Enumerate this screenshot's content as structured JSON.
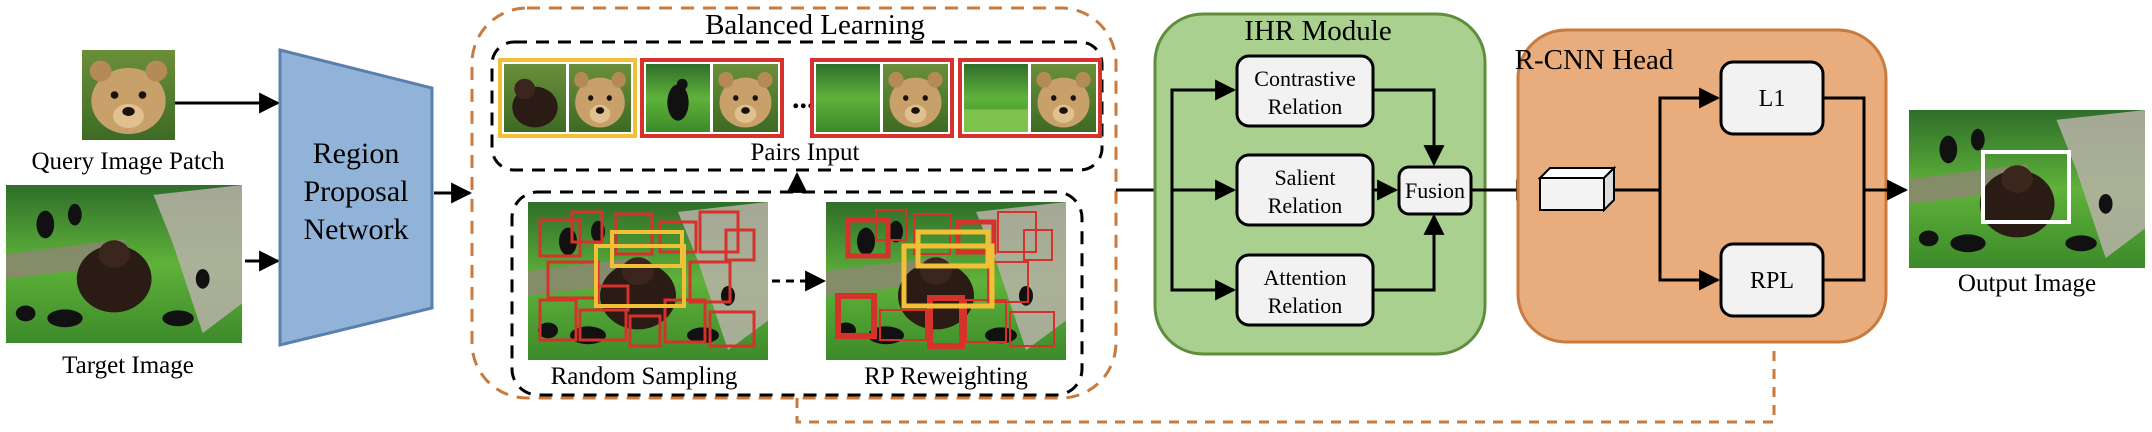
{
  "inputs": {
    "query_label": "Query Image Patch",
    "target_label": "Target Image"
  },
  "rpn": {
    "line1": "Region",
    "line2": "Proposal",
    "line3": "Network"
  },
  "balanced_learning": {
    "title": "Balanced Learning",
    "pairs_label": "Pairs Input",
    "random_label": "Random Sampling",
    "reweight_label": "RP Reweighting",
    "pairs": [
      {
        "left": "bear",
        "right": "bear",
        "frame": "yellow"
      },
      {
        "left": "bird",
        "right": "bear",
        "frame": "red"
      },
      {
        "left": "grass",
        "right": "bear",
        "frame": "red"
      },
      {
        "left": "grass",
        "right": "bear",
        "frame": "red"
      }
    ],
    "ellipsis": "....."
  },
  "ihr": {
    "title": "IHR Module",
    "contrastive": [
      "Contrastive",
      "Relation"
    ],
    "salient": [
      "Salient",
      "Relation"
    ],
    "attention": [
      "Attention",
      "Relation"
    ],
    "fusion": "Fusion"
  },
  "rcnn": {
    "title": "R-CNN Head",
    "l1": "L1",
    "rpl": "RPL"
  },
  "output": {
    "label": "Output Image"
  },
  "colors": {
    "rpn_fill": "#92b3d8",
    "rpn_stroke": "#5a7fae",
    "ihr_fill": "#a9d08e",
    "ihr_stroke": "#5f8f3d",
    "rcnn_fill": "#e9ad7d",
    "rcnn_stroke": "#c97a3c",
    "dashed_orange": "#c97a3c",
    "node_fill": "#f2f2f2",
    "frame_yellow": "#f2c037",
    "frame_red": "#d6322c",
    "output_box": "#ffffff"
  }
}
